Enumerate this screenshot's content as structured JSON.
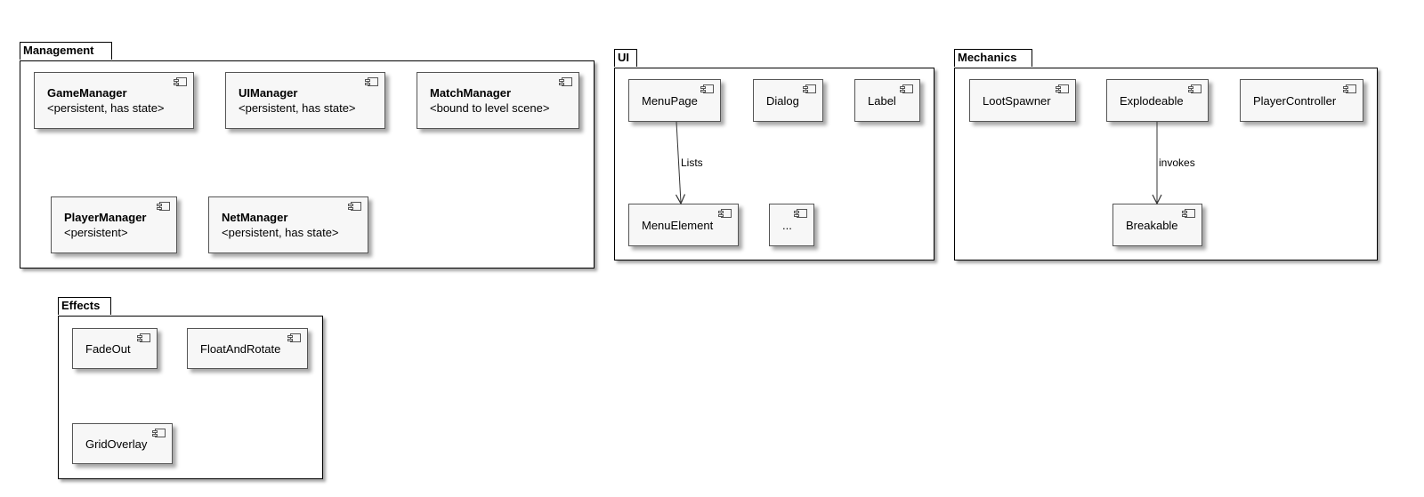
{
  "packages": {
    "management": {
      "title": "Management",
      "components": {
        "game_manager": {
          "name": "GameManager",
          "stereotype": "<persistent, has state>"
        },
        "ui_manager": {
          "name": "UIManager",
          "stereotype": "<persistent, has state>"
        },
        "match_manager": {
          "name": "MatchManager",
          "stereotype": "<bound to level scene>"
        },
        "player_manager": {
          "name": "PlayerManager",
          "stereotype": "<persistent>"
        },
        "net_manager": {
          "name": "NetManager",
          "stereotype": "<persistent, has state>"
        }
      }
    },
    "ui": {
      "title": "UI",
      "components": {
        "menu_page": {
          "name": "MenuPage"
        },
        "dialog": {
          "name": "Dialog"
        },
        "label": {
          "name": "Label"
        },
        "menu_element": {
          "name": "MenuElement"
        },
        "ellipsis": {
          "name": "..."
        }
      }
    },
    "mechanics": {
      "title": "Mechanics",
      "components": {
        "loot_spawner": {
          "name": "LootSpawner"
        },
        "explodeable": {
          "name": "Explodeable"
        },
        "player_controller": {
          "name": "PlayerController"
        },
        "breakable": {
          "name": "Breakable"
        }
      }
    },
    "effects": {
      "title": "Effects",
      "components": {
        "fade_out": {
          "name": "FadeOut"
        },
        "float_and_rotate": {
          "name": "FloatAndRotate"
        },
        "grid_overlay": {
          "name": "GridOverlay"
        }
      }
    }
  },
  "relations": {
    "menu_page_lists": {
      "from": "MenuPage",
      "to": "MenuElement",
      "label": "Lists"
    },
    "explodeable_invokes": {
      "from": "Explodeable",
      "to": "Breakable",
      "label": "invokes"
    }
  }
}
